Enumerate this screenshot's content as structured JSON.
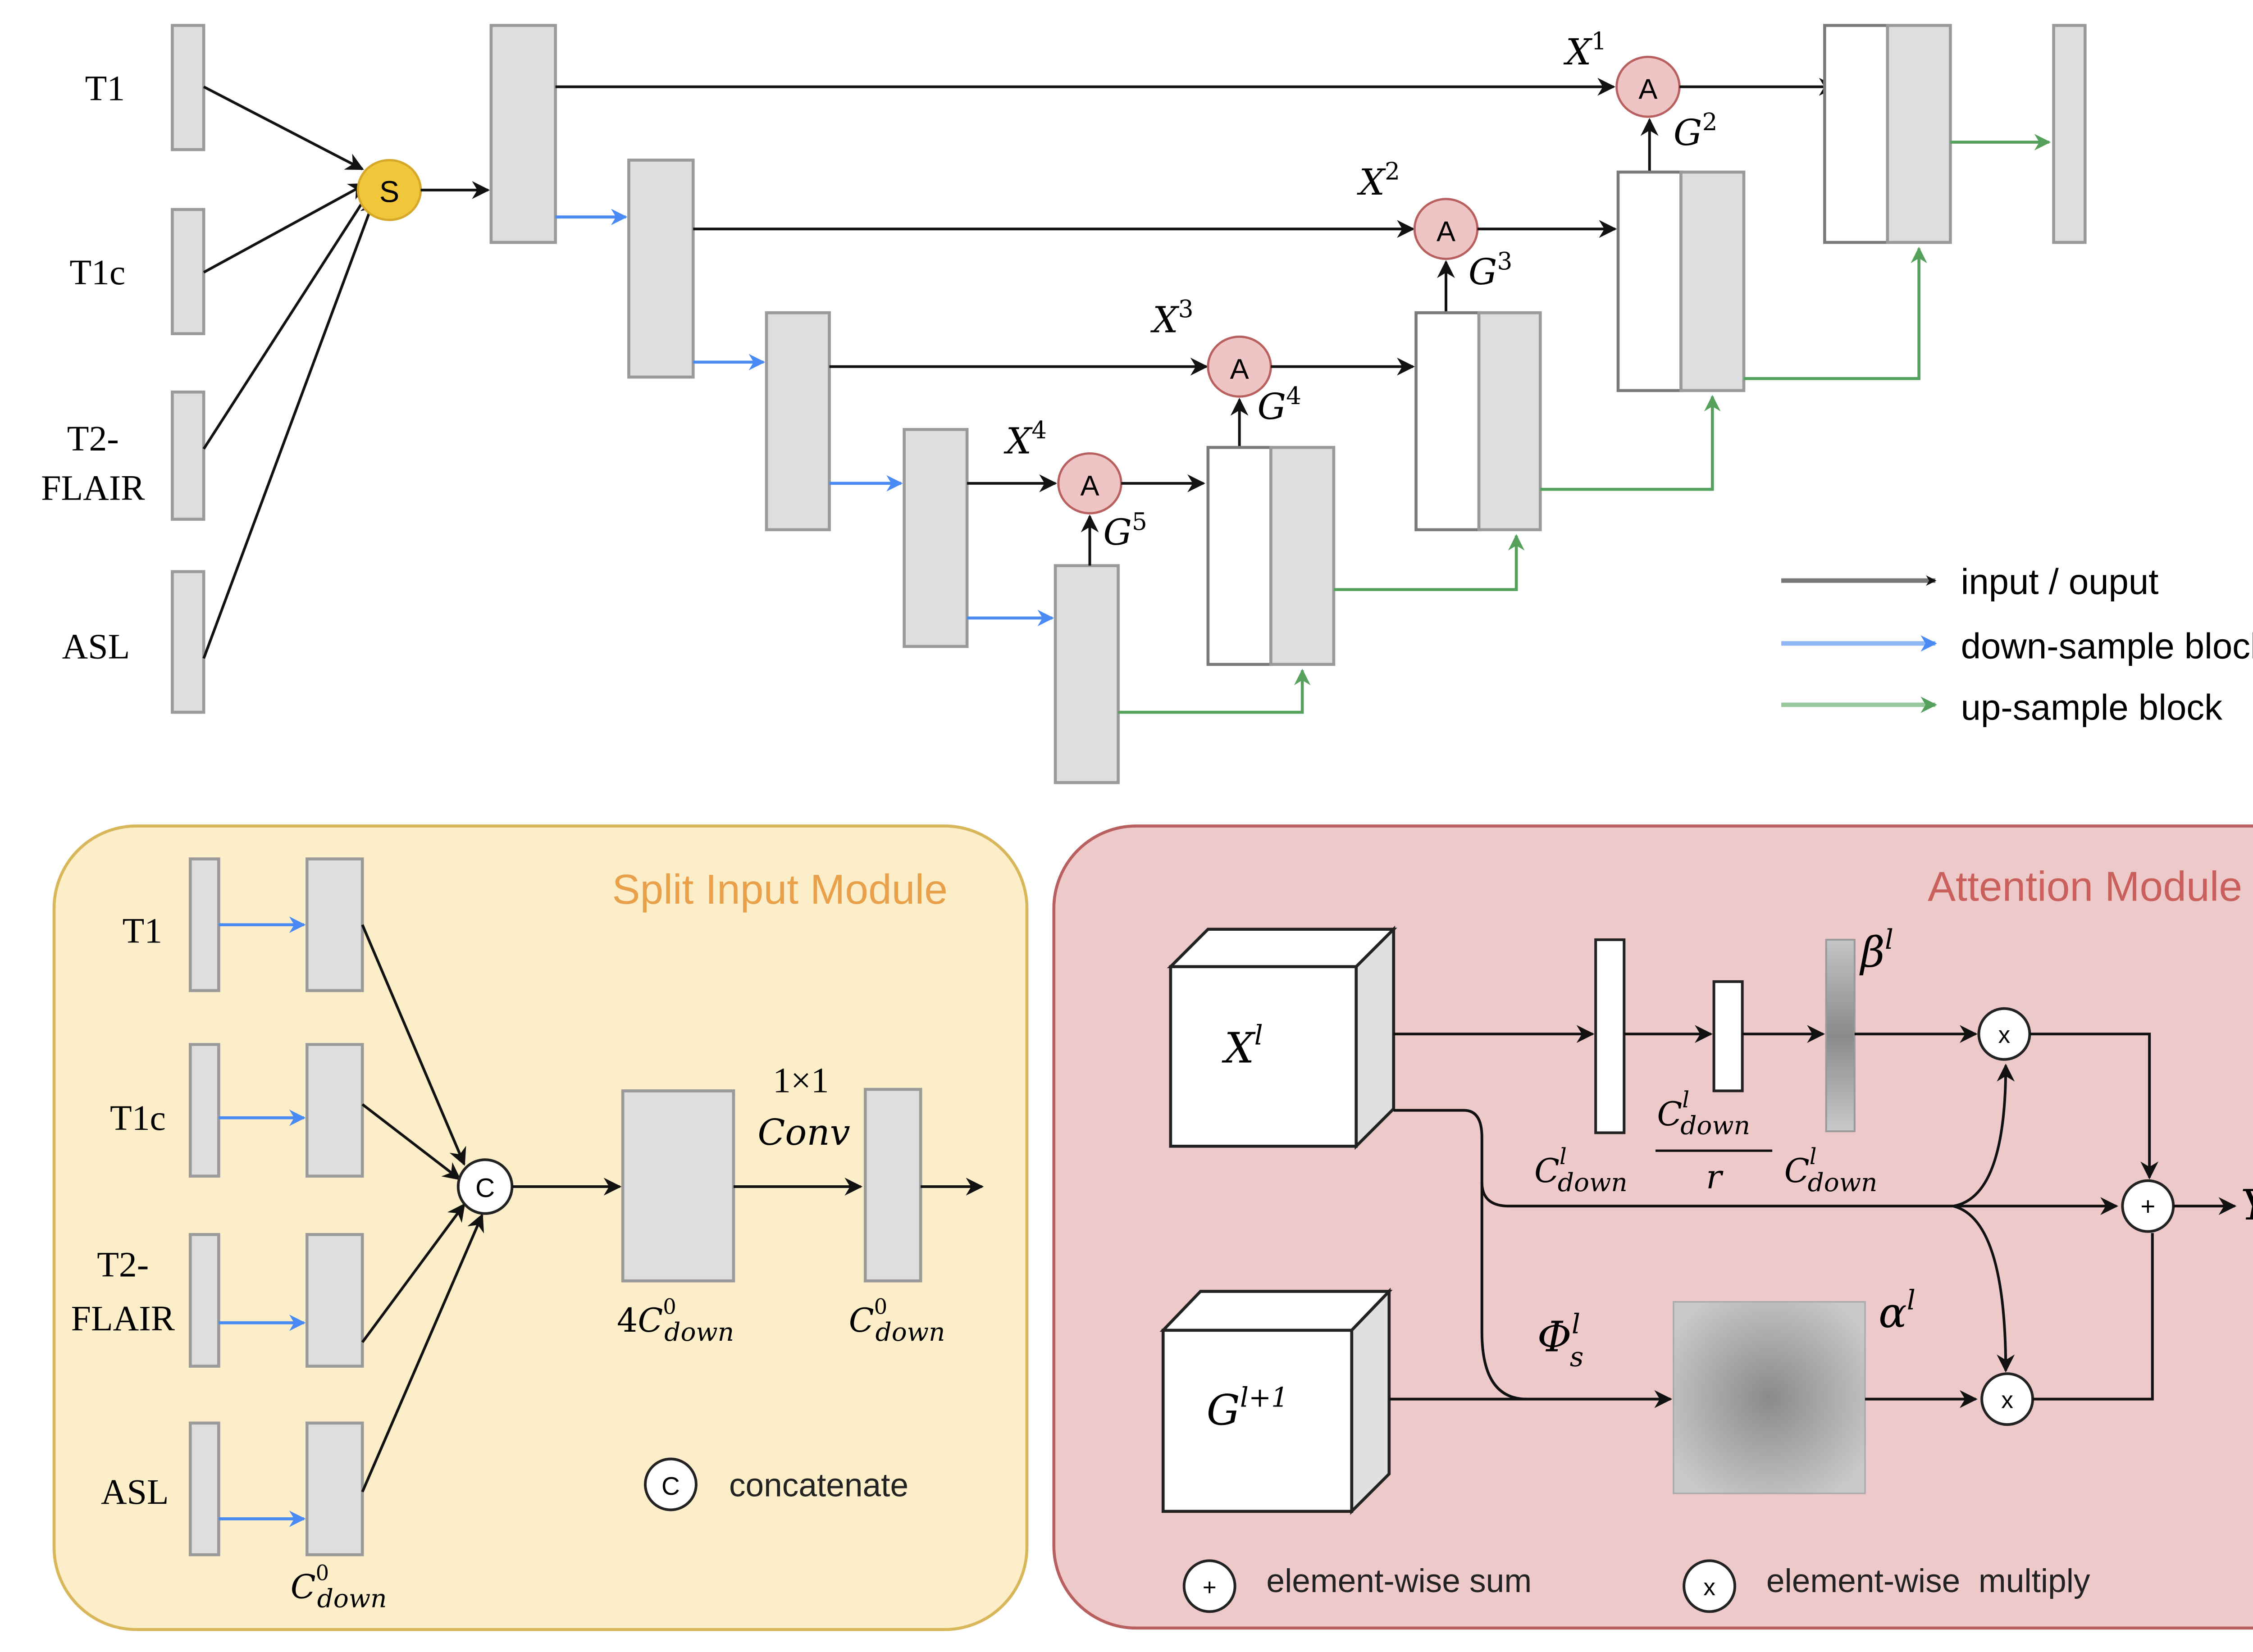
{
  "colors": {
    "input_output": "#111111",
    "down_sample": "#4a8af4",
    "up_sample": "#55a05a",
    "split_node": "#f0c63a",
    "attention_node": "#efc4c4",
    "split_panel_bg": "#fbeec9",
    "split_panel_border": "#d8b65a",
    "split_title": "#e8a04a",
    "attention_panel_bg": "#edc9c9",
    "attention_panel_border": "#b86060",
    "attention_title": "#c9605c"
  },
  "main": {
    "inputs": [
      "T1",
      "T1c",
      "T2-",
      "FLAIR",
      "ASL"
    ],
    "split_node": "S",
    "attention_node": "A",
    "skip_labels": [
      {
        "base": "X",
        "sup": "1"
      },
      {
        "base": "X",
        "sup": "2"
      },
      {
        "base": "X",
        "sup": "3"
      },
      {
        "base": "X",
        "sup": "4"
      }
    ],
    "gate_labels": [
      {
        "base": "G",
        "sup": "2"
      },
      {
        "base": "G",
        "sup": "3"
      },
      {
        "base": "G",
        "sup": "4"
      },
      {
        "base": "G",
        "sup": "5"
      }
    ]
  },
  "legend": {
    "items": [
      {
        "label": "input / ouput",
        "kind": "input_output"
      },
      {
        "label": "down-sample block",
        "kind": "down_sample"
      },
      {
        "label": "up-sample block",
        "kind": "up_sample"
      }
    ]
  },
  "split_module": {
    "title": "Split Input Module",
    "inputs": [
      "T1",
      "T1c",
      "T2-",
      "FLAIR",
      "ASL"
    ],
    "concat_symbol": "C",
    "conv_label_line1": "1×1",
    "conv_label_line2": "Conv",
    "label_c_down": {
      "base": "C",
      "sup": "0",
      "sub": "down"
    },
    "label_4c_down": {
      "prefix": "4",
      "base": "C",
      "sup": "0",
      "sub": "down"
    },
    "label_out": {
      "base": "C",
      "sup": "0",
      "sub": "down"
    },
    "legend_symbol": "C",
    "legend_label": "concatenate"
  },
  "attention_module": {
    "title": "Attention Module",
    "x_label": {
      "base": "X",
      "sup": "l"
    },
    "g_label": {
      "base": "G",
      "sup": "l+1"
    },
    "beta_label": {
      "base": "β",
      "sup": "l"
    },
    "alpha_label": {
      "base": "α",
      "sup": "l"
    },
    "phi_label": {
      "base": "Φ",
      "sup": "l",
      "sub": "s"
    },
    "y_label": {
      "base": "Y",
      "sup": "l"
    },
    "c1_label": {
      "base": "C",
      "sup": "l",
      "sub": "down"
    },
    "c2_num": {
      "base": "C",
      "sup": "l",
      "sub": "down"
    },
    "c2_den": "r",
    "c3_label": {
      "base": "C",
      "sup": "l",
      "sub": "down"
    },
    "sum_symbol": "+",
    "mult_symbol": "x",
    "legend_sum_label": "element-wise sum",
    "legend_mult_label": "element-wise  multiply"
  }
}
